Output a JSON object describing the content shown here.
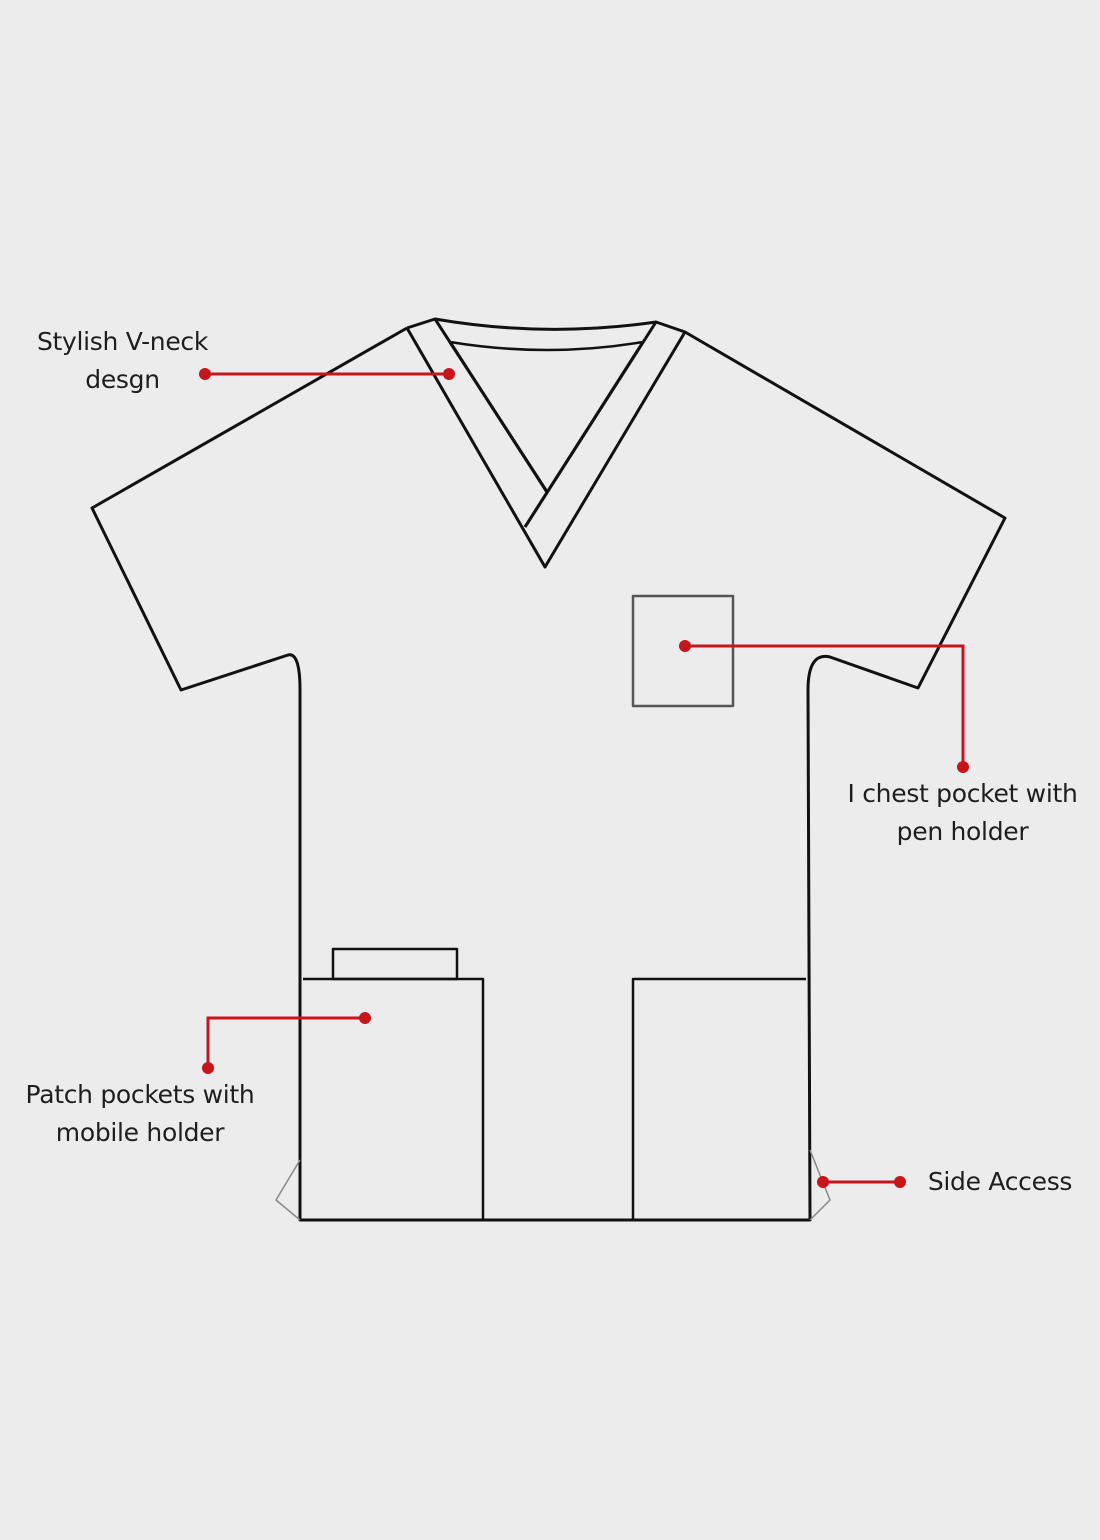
{
  "callouts": {
    "vneck": {
      "line1": "Stylish V-neck",
      "line2": "desgn"
    },
    "chest_pocket": {
      "line1": "I chest pocket with",
      "line2": "pen holder"
    },
    "patch_pockets": {
      "line1": "Patch pockets with",
      "line2": "mobile holder"
    },
    "side_access": {
      "line1": "Side Access"
    }
  },
  "colors": {
    "outline": "#111111",
    "callout": "#c8141c",
    "background": "#ececec"
  }
}
